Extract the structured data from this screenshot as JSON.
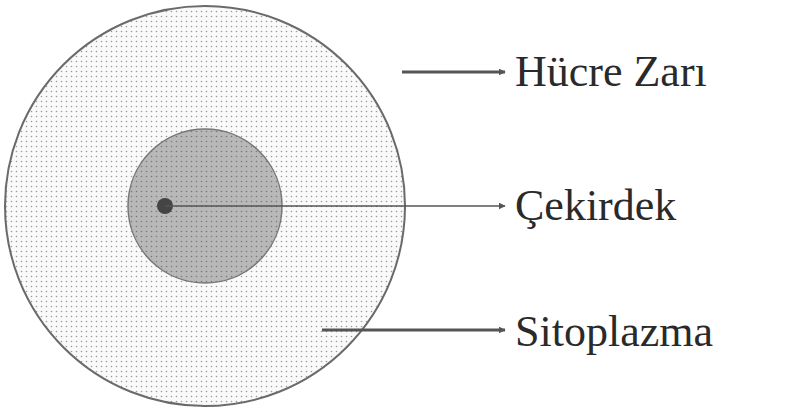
{
  "diagram": {
    "labels": [
      "Hücre Zarı",
      "Çekirdek",
      "Sitoplazma"
    ]
  }
}
